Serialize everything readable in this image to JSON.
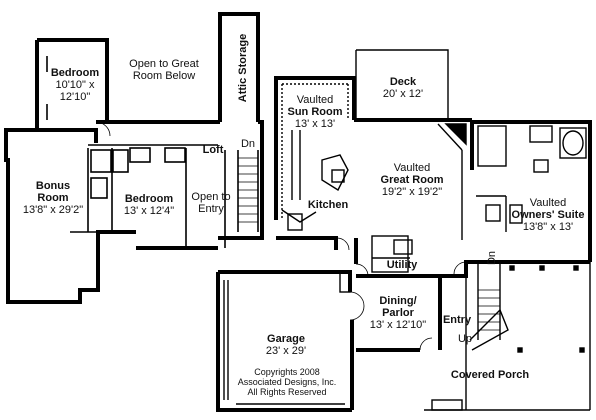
{
  "rooms": {
    "bedroom_upper": {
      "name": "Bedroom",
      "dims": "10'10\" x 12'10\""
    },
    "open_to_great_room": {
      "text": "Open to Great Room Below"
    },
    "attic_storage": {
      "name": "Attic Storage"
    },
    "loft": {
      "name": "Loft"
    },
    "dn_upper": {
      "text": "Dn"
    },
    "bonus_room": {
      "name": "Bonus Room",
      "dims": "13'8\" x 29'2\""
    },
    "bedroom_mid": {
      "name": "Bedroom",
      "dims": "13' x 12'4\""
    },
    "open_to_entry": {
      "text": "Open to Entry"
    },
    "sun_room": {
      "line1": "Vaulted",
      "name": "Sun Room",
      "dims": "13' x 13'"
    },
    "deck": {
      "name": "Deck",
      "dims": "20' x 12'"
    },
    "great_room": {
      "line1": "Vaulted",
      "name": "Great Room",
      "dims": "19'2\" x 19'2\""
    },
    "kitchen": {
      "name": "Kitchen"
    },
    "owners_suite": {
      "line1": "Vaulted",
      "name": "Owners' Suite",
      "dims": "13'8\" x 13'"
    },
    "utility": {
      "name": "Utility"
    },
    "dn_lower": {
      "text": "Dn"
    },
    "dining": {
      "name": "Dining/ Parlor",
      "dims": "13' x 12'10\""
    },
    "entry": {
      "name": "Entry"
    },
    "up": {
      "text": "Up"
    },
    "garage": {
      "name": "Garage",
      "dims": "23' x 29'"
    },
    "covered_porch": {
      "name": "Covered Porch"
    }
  },
  "copyright": {
    "line1": "Copyrights 2008",
    "line2": "Associated Designs, Inc.",
    "line3": "All Rights Reserved"
  }
}
